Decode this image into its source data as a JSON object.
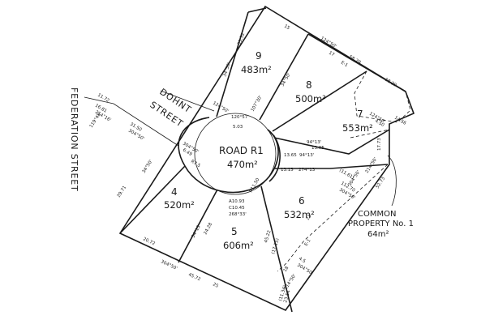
{
  "plan": {
    "streets": {
      "federation": "FEDERATION STREET",
      "dohnt": "DOHNT STREET"
    },
    "road": {
      "name": "ROAD R1",
      "area": "470m²"
    },
    "lots": [
      {
        "number": "9",
        "area": "483m²"
      },
      {
        "number": "8",
        "area": "500m²"
      },
      {
        "number": "7",
        "area": "553m²"
      },
      {
        "number": "6",
        "area": "532m²"
      },
      {
        "number": "5",
        "area": "606m²"
      },
      {
        "number": "4",
        "area": "520m²"
      }
    ],
    "common_property": {
      "line1": "COMMON",
      "line2": "PROPERTY No. 1",
      "area": "64m²"
    },
    "dimensions": {
      "d1": "15",
      "d2": "124°50'",
      "d3": "17",
      "d4": "58.29",
      "d5": "18.29",
      "d6": "E-1",
      "d7": "E-1",
      "d8": "33.32",
      "d9": "34°50'",
      "d10": "124°50'",
      "d11": "5.03",
      "d12": "120°57'",
      "d13": "34°50'",
      "d14": "107°30'",
      "d15": "94°13'",
      "d16": "13.05",
      "d17": "13.65",
      "d18": "94°13'",
      "d19": "13.15",
      "d20": "274°13'",
      "d21": "124°50'",
      "d22": "4.50",
      "d23": "17.73",
      "d24": "214°50'",
      "d25": "52.73",
      "d26": "304°50'",
      "d27": "14.56",
      "d28": "31.50",
      "d29": "304°50'",
      "d30": "11.72",
      "d31": "16.81",
      "d32": "214°16'",
      "d33": "119°48'",
      "d34": "29.71",
      "d35": "34°50'",
      "d36": "6.49",
      "d37": "304°50'",
      "d38": "20.72",
      "d39": "304°50'",
      "d40": "45.72",
      "d41": "25",
      "d42": "24.28",
      "d43": "34°13'",
      "d44": "23.54",
      "d45": "45.22",
      "d46": "23",
      "d47": "18",
      "d48": "4.5",
      "d49": "304°50'",
      "d50": "214°50'",
      "d51": "A10.93",
      "d52": "C10.45",
      "d53": "268°33'",
      "d54": "R11.50",
      "d55": "112.70",
      "d56": "304°50'",
      "d57": "(11.61)",
      "d58": "(11.34)",
      "d59": "(17.15)",
      "d60": "R7.5"
    }
  }
}
